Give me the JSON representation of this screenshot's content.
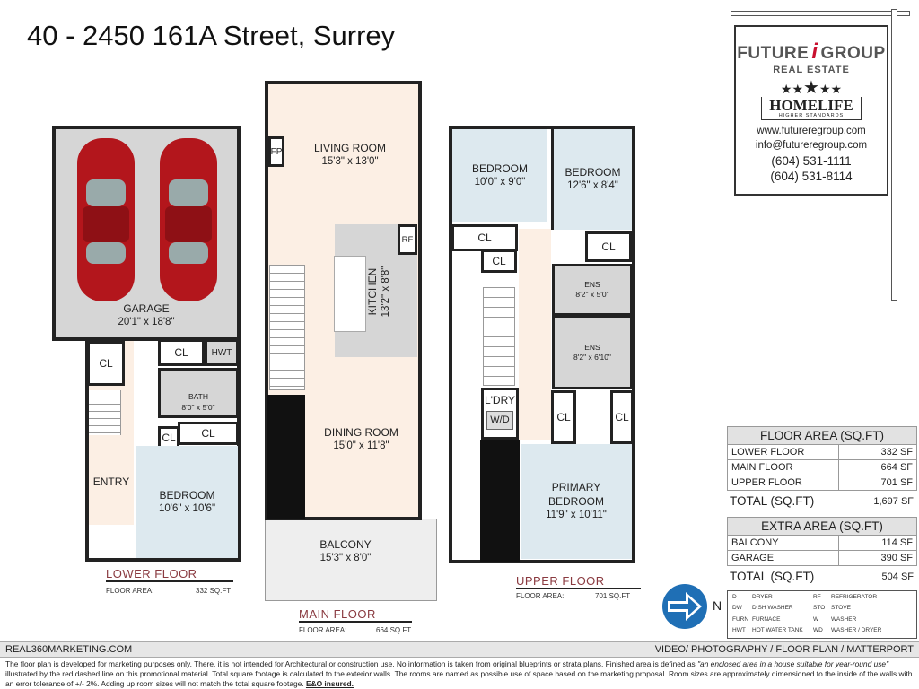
{
  "title": "40 - 2450 161A Street, Surrey",
  "lower_floor": {
    "label": "LOWER FLOOR",
    "area_label": "FLOOR AREA:",
    "area_value": "332 SQ.FT",
    "rooms": {
      "garage": {
        "name": "GARAGE",
        "dims": "20'1\" x 18'8\""
      },
      "bath": {
        "name": "BATH",
        "dims": "8'0\" x 5'0\""
      },
      "bedroom": {
        "name": "BEDROOM",
        "dims": "10'6\" x 10'6\""
      },
      "entry": {
        "name": "ENTRY"
      },
      "hwt": "HWT",
      "cl": "CL"
    }
  },
  "main_floor": {
    "label": "MAIN FLOOR",
    "area_label": "FLOOR AREA:",
    "area_value": "664 SQ.FT",
    "rooms": {
      "living": {
        "name": "LIVING ROOM",
        "dims": "15'3\" x 13'0\""
      },
      "kitchen": {
        "name": "KITCHEN",
        "dims": "13'2\" x 8'8\""
      },
      "dining": {
        "name": "DINING ROOM",
        "dims": "15'0\" x 11'8\""
      },
      "balcony": {
        "name": "BALCONY",
        "dims": "15'3\" x 8'0\""
      },
      "fp": "FP",
      "rf": "RF"
    }
  },
  "upper_floor": {
    "label": "UPPER FLOOR",
    "area_label": "FLOOR AREA:",
    "area_value": "701 SQ.FT",
    "rooms": {
      "bedroom1": {
        "name": "BEDROOM",
        "dims": "10'0\" x 9'0\""
      },
      "bedroom2": {
        "name": "BEDROOM",
        "dims": "12'6\" x 8'4\""
      },
      "ens1": {
        "name": "ENS",
        "dims": "8'2\" x 5'0\""
      },
      "ens2": {
        "name": "ENS",
        "dims": "8'2\" x 6'10\""
      },
      "laundry": {
        "name": "L'DRY"
      },
      "wd": "W/D",
      "primary": {
        "name": "PRIMARY",
        "name2": "BEDROOM",
        "dims": "11'9\" x 10'11\""
      },
      "cl": "CL"
    }
  },
  "sign": {
    "brand1": "FUTURE",
    "brand_i": "i",
    "brand2": "GROUP",
    "sub": "REAL ESTATE",
    "homelife": "HOMELIFE",
    "tagline": "HIGHER STANDARDS",
    "website": "www.futureregroup.com",
    "email": "info@futureregroup.com",
    "phone1": "(604) 531-1111",
    "phone2": "(604) 531-8114"
  },
  "floor_area": {
    "header": "FLOOR AREA (SQ.FT)",
    "rows": [
      {
        "label": "LOWER FLOOR",
        "value": "332 SF"
      },
      {
        "label": "MAIN FLOOR",
        "value": "664 SF"
      },
      {
        "label": "UPPER FLOOR",
        "value": "701 SF"
      }
    ],
    "total_label": "TOTAL (SQ.FT)",
    "total_value": "1,697 SF"
  },
  "extra_area": {
    "header": "EXTRA AREA (SQ.FT)",
    "rows": [
      {
        "label": "BALCONY",
        "value": "114 SF"
      },
      {
        "label": "GARAGE",
        "value": "390 SF"
      }
    ],
    "total_label": "TOTAL (SQ.FT)",
    "total_value": "504 SF"
  },
  "legend": [
    [
      "D",
      "DRYER",
      "RF",
      "REFRIGERATOR"
    ],
    [
      "DW",
      "DISH WASHER",
      "STO",
      "STOVE"
    ],
    [
      "FURN",
      "FURNACE",
      "W",
      "WASHER"
    ],
    [
      "HWT",
      "HOT WATER TANK",
      "WD",
      "WASHER / DRYER"
    ]
  ],
  "compass": {
    "label": "N"
  },
  "footer": {
    "left": "REAL360MARKETING.COM",
    "right": "VIDEO/ PHOTOGRAPHY / FLOOR PLAN / MATTERPORT"
  },
  "disclaimer": {
    "part1": "The floor plan is developed for marketing purposes only. There, it is not intended for Architectural or construction use. No information is  taken from original blueprints or strata plans. Finished area is defined as ",
    "italic": "\"an enclosed area in a house suitable for year-round use\"",
    "part2": " illustrated by the red dashed line on this promotional material. Total square footage is calculated to the exterior walls. The rooms are named as possible use of space based on the marketing proposal. Room sizes are approximately dimensioned to the inside of the walls with an error tolerance of +/- 2%. Adding up room sizes will not match the total square footage. ",
    "bold": "E&O insured."
  },
  "colors": {
    "car": "#b3161c",
    "floor_label": "#8a3a40",
    "compass": "#1f6fb5",
    "bedroom": "#dde9ef",
    "hall": "#fcefe4",
    "wet_area": "#d6d6d6"
  }
}
